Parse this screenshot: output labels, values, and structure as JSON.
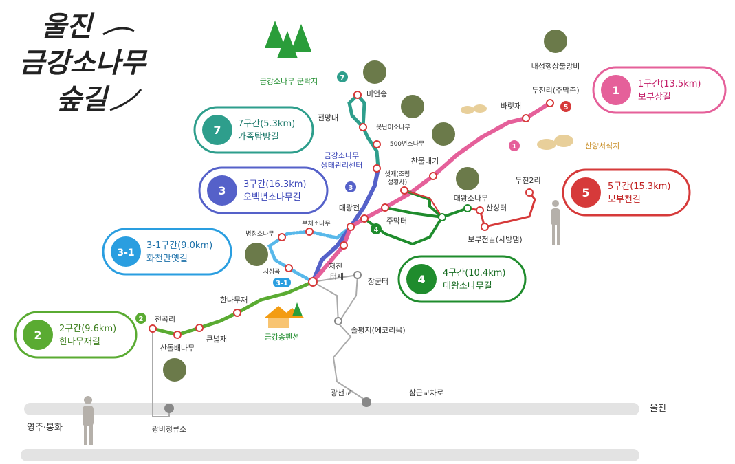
{
  "title": {
    "line1": "울진",
    "line2": "금강소나무",
    "line3": "숲길"
  },
  "courses": [
    {
      "num": "1",
      "name": "1구간(13.5km)",
      "sub": "보부상길",
      "color": "#e5609a"
    },
    {
      "num": "2",
      "name": "2구간(9.6km)",
      "sub": "한나무재길",
      "color": "#5aab32"
    },
    {
      "num": "3",
      "name": "3구간(16.3km)",
      "sub": "오백년소나무길",
      "color": "#5561c9"
    },
    {
      "num": "3-1",
      "name": "3-1구간(9.0km)",
      "sub": "화천만옛길",
      "color": "#2a9ee0"
    },
    {
      "num": "4",
      "name": "4구간(10.4km)",
      "sub": "대왕소나무길",
      "color": "#1f8c2d"
    },
    {
      "num": "5",
      "name": "5구간(15.3km)",
      "sub": "보부천길",
      "color": "#d63a3a"
    },
    {
      "num": "7",
      "name": "7구간(5.3km)",
      "sub": "가족탐방길",
      "color": "#2e9e8c"
    }
  ],
  "places": {
    "naeseong": "내성행상불망비",
    "ducheonri_jumak": "두천리(주막촌)",
    "barit": "바릿재",
    "sanyang": "산양서식지",
    "chanmul": "찬물내기",
    "ducheon2": "두천2리",
    "daewang": "대왕소나무",
    "sanseong": "산성터",
    "bobucheon": "보부천골(사방댐)",
    "saetjae": "샛재(조령",
    "saetjae2": "성황사)",
    "jumakto": "주막터",
    "daegwangcheon": "대광천",
    "jeojin1": "저진",
    "jeojin2": "터재",
    "janggun": "장군터",
    "solpyeong": "솔평지(에코리움)",
    "gwangcheongyo": "광천교",
    "samgeun": "삼근교차로",
    "uljin": "울진",
    "yeongju": "영주·봉화",
    "gwangbi": "광비정류소",
    "hannamujae": "한나무재",
    "keunneol": "큰넓재",
    "sandolbae": "산돌배나무",
    "jeongokri": "전곡리",
    "pension": "금강송펜션",
    "jisimgok": "지심곡",
    "byeongjeong": "병정소나무",
    "buchae": "부채소나무",
    "center1": "금강소나무",
    "center2": "생태관리센터",
    "sobaek": "500년소나무",
    "motnan": "못난이소나무",
    "jeonmangdae": "전망대",
    "mieonsong": "미언송",
    "gunrakji": "금강소나무 군락지"
  },
  "markers": {
    "m7": "7",
    "m3": "3",
    "m1": "1",
    "m5": "5",
    "m4": "4",
    "m2": "2",
    "m31": "3-1"
  }
}
